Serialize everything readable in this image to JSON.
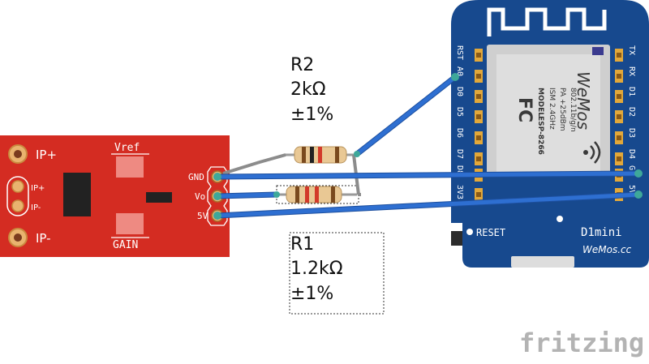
{
  "sensor": {
    "pins_left": [
      "IP+",
      "IP+",
      "IP-",
      "IP-"
    ],
    "pins_right": [
      "GND",
      "Vo",
      "5V"
    ],
    "pad_labels": [
      "Vref",
      "GAIN"
    ]
  },
  "resistors": {
    "r2": {
      "name": "R2",
      "value": "2kΩ",
      "tolerance": "±1%"
    },
    "r1": {
      "name": "R1",
      "value": "1.2kΩ",
      "tolerance": "±1%"
    }
  },
  "board": {
    "left_pins": [
      "RST",
      "A0",
      "D0",
      "D5",
      "D6",
      "D7",
      "D8",
      "3V3"
    ],
    "right_pins": [
      "TX",
      "RX",
      "D1",
      "D2",
      "D3",
      "D4",
      "G",
      "5V"
    ],
    "module_model_label": "MODEL",
    "module_model": "ESP-8266",
    "module_brand": "WeMos",
    "module_specs": [
      "ISM 2.4GHz",
      "PA +25dBm",
      "802.11b/g/n"
    ],
    "fcc_mark": "FC",
    "reset_label": "RESET",
    "board_name": "D1mini",
    "board_site": "WeMos.cc"
  },
  "watermark": "fritzing",
  "colors": {
    "sensor_red": "#d42c22",
    "board_blue": "#17498e",
    "wire_blue": "#2e6fd1",
    "wire_gray": "#8c8c8c",
    "watermark": "#b3b3b3"
  }
}
